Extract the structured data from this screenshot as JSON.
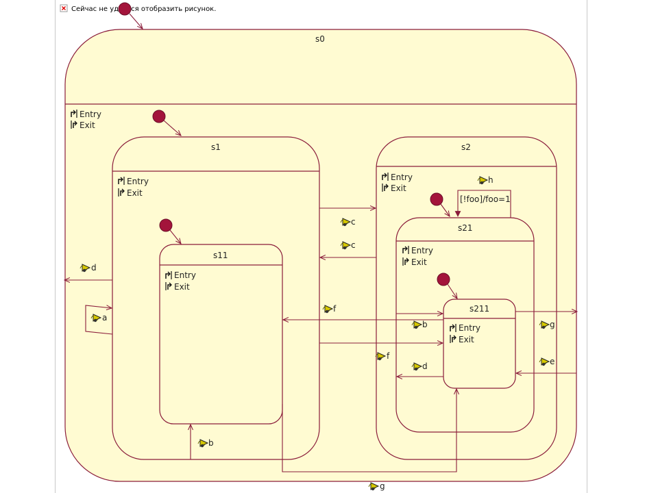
{
  "image_error": {
    "text": "Сейчас не удается отобразить рисунок."
  },
  "colors": {
    "state_fill": "#fffbd2",
    "stroke": "#8a1c3a",
    "initial": "#a3143b"
  },
  "icons": {
    "entry": "entry-action-icon",
    "exit": "exit-action-icon",
    "event": "event-trigger-icon",
    "error": "broken-image-icon"
  },
  "states": {
    "s0": {
      "name": "s0",
      "entry": "Entry",
      "exit": "Exit"
    },
    "s1": {
      "name": "s1",
      "entry": "Entry",
      "exit": "Exit"
    },
    "s11": {
      "name": "s11",
      "entry": "Entry",
      "exit": "Exit"
    },
    "s2": {
      "name": "s2",
      "entry": "Entry",
      "exit": "Exit"
    },
    "s21": {
      "name": "s21",
      "entry": "Entry",
      "exit": "Exit"
    },
    "s211": {
      "name": "s211",
      "entry": "Entry",
      "exit": "Exit"
    }
  },
  "transitions": {
    "s1_to_s2_c": "c",
    "s2_to_s1_c": "c",
    "s1_exit_d": "d",
    "s1_self_a": "a",
    "s211_to_s11_f": "f",
    "s1_to_s211_f": "f",
    "s21_to_s211_b": "b",
    "s211_to_s21_d": "d",
    "s211_to_s0_g": "g",
    "s0_to_s211_e": "e",
    "s21_self_h": "h",
    "s21_self_h_guard": "[!foo]/foo=1",
    "s1_to_s11_b": "b",
    "s11_to_s211_g": "g"
  }
}
